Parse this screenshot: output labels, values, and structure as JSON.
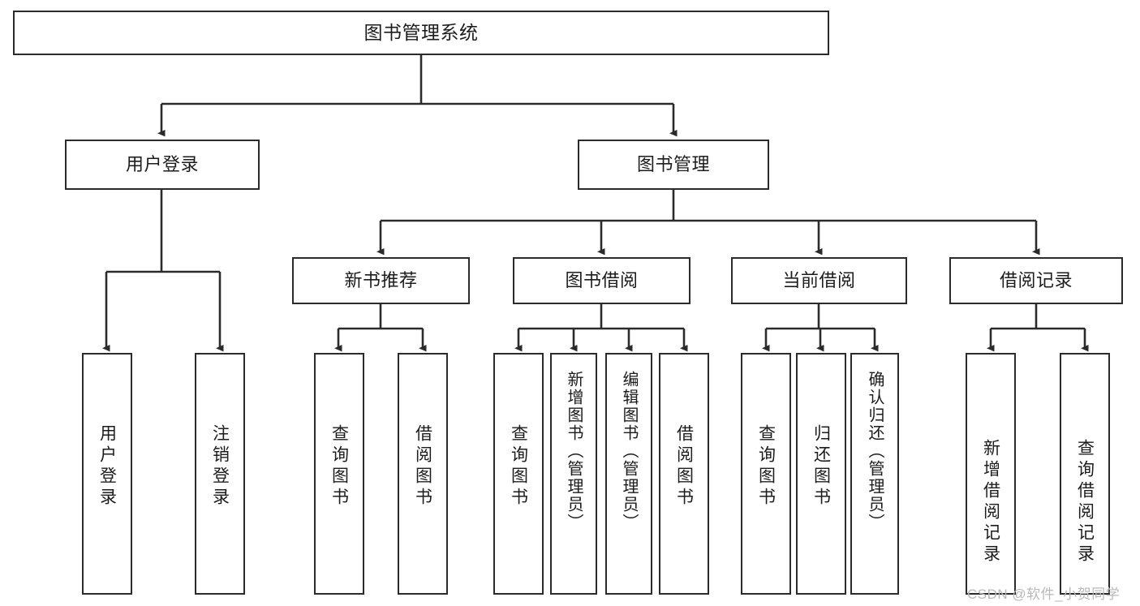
{
  "diagram": {
    "title": "图书管理系统",
    "type": "tree-hierarchy",
    "orientation": "top-down"
  },
  "nodes": {
    "root": {
      "label": "图书管理系统"
    },
    "level2": [
      {
        "id": "user-login",
        "label": "用户登录"
      },
      {
        "id": "book-manage",
        "label": "图书管理"
      }
    ],
    "level3": [
      {
        "id": "new-book-rec",
        "label": "新书推荐"
      },
      {
        "id": "book-borrow",
        "label": "图书借阅"
      },
      {
        "id": "current-borrow",
        "label": "当前借阅"
      },
      {
        "id": "borrow-record",
        "label": "借阅记录"
      }
    ],
    "leaves": [
      {
        "id": "leaf-user-login",
        "label": "用户登录"
      },
      {
        "id": "leaf-logout",
        "label": "注销登录"
      },
      {
        "id": "leaf-query-book-1",
        "label": "查询图书"
      },
      {
        "id": "leaf-borrow-book-1",
        "label": "借阅图书"
      },
      {
        "id": "leaf-query-book-2",
        "label": "查询图书"
      },
      {
        "id": "leaf-add-book",
        "label": "新增图书（管理员）"
      },
      {
        "id": "leaf-edit-book",
        "label": "编辑图书（管理员）"
      },
      {
        "id": "leaf-borrow-book-2",
        "label": "借阅图书"
      },
      {
        "id": "leaf-query-book-3",
        "label": "查询图书"
      },
      {
        "id": "leaf-return-book",
        "label": "归还图书"
      },
      {
        "id": "leaf-confirm-return",
        "label": "确认归还（管理员）"
      },
      {
        "id": "leaf-add-record",
        "label": "新增借阅记录"
      },
      {
        "id": "leaf-query-record",
        "label": "查询借阅记录"
      }
    ]
  },
  "watermark": {
    "text": "CSDN @软件_小贺同学"
  },
  "colors": {
    "stroke": "#2b2b2b",
    "background": "#ffffff",
    "text": "#1c1c1c",
    "watermark": "#b9b9b9"
  }
}
